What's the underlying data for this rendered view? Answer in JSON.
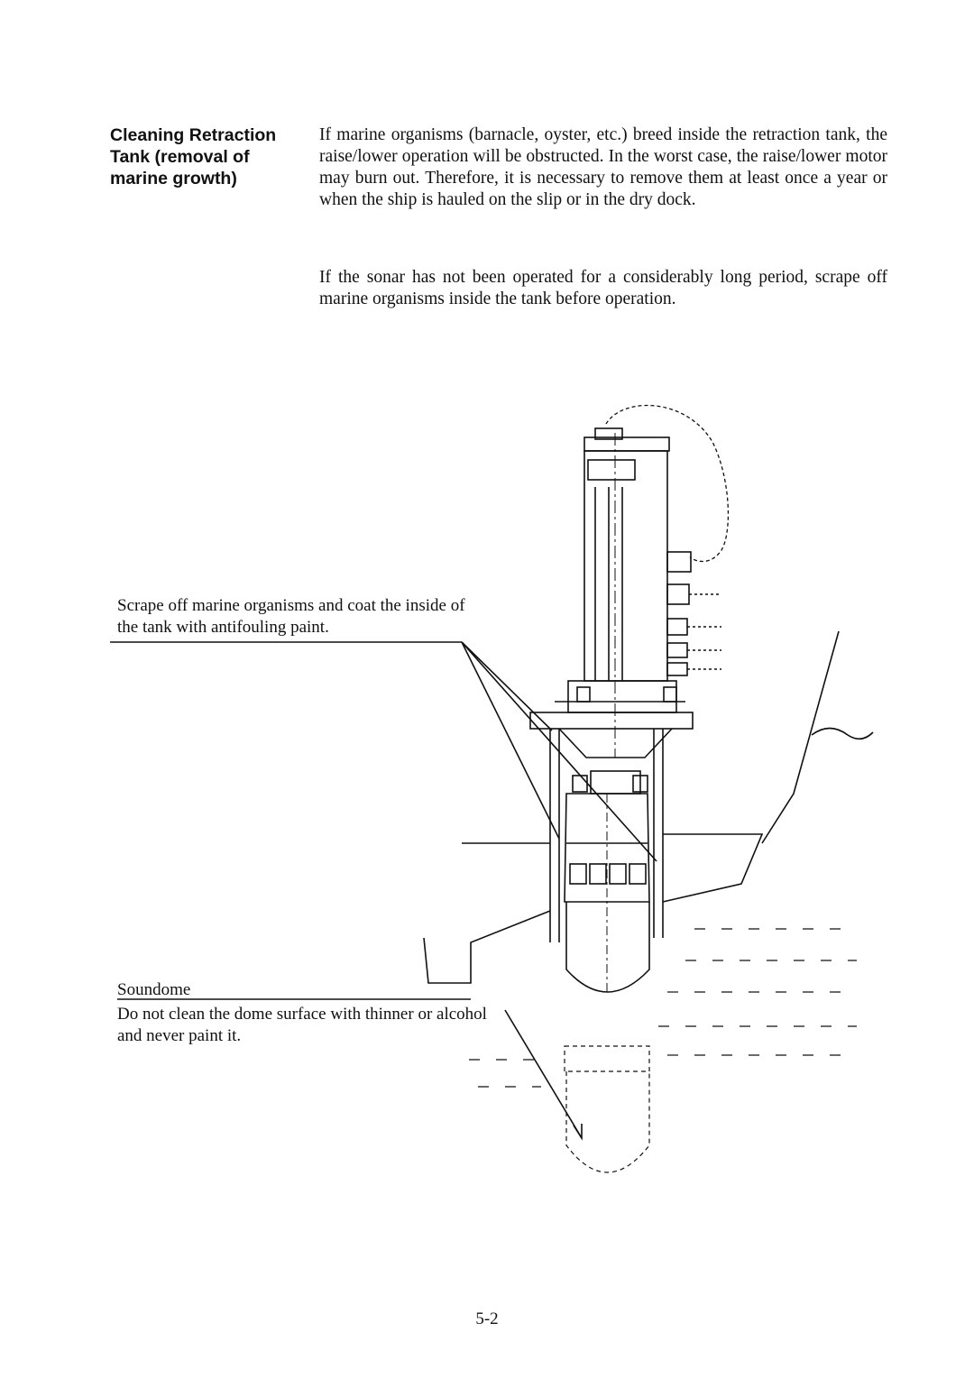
{
  "section": {
    "heading_lines": [
      "Cleaning Retraction",
      "Tank (removal of",
      "marine growth)"
    ]
  },
  "paragraphs": [
    "If marine organisms (barnacle, oyster, etc.) breed inside the retraction tank, the raise/lower operation will be obstructed. In the worst case, the raise/lower motor may burn out. Therefore, it is necessary to remove them at least once a year or when the ship is hauled on the slip or in the dry dock.",
    "If the sonar has not been operated for a considerably long period, scrape off marine organisms inside the tank before operation."
  ],
  "figure": {
    "callout_paint": "Scrape off marine organisms and coat the inside of the tank with antifouling paint.",
    "callout_dome_label": "Soundome",
    "callout_dome_note": "Do not clean the dome surface with thinner or alcohol and never paint it."
  },
  "page_number": "5-2"
}
